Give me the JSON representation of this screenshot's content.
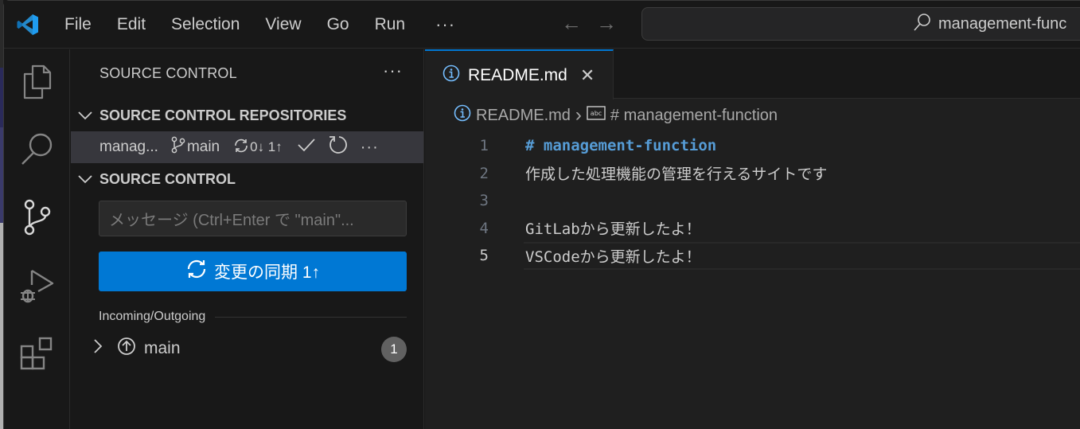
{
  "titlebar": {
    "menu": [
      "File",
      "Edit",
      "Selection",
      "View",
      "Go",
      "Run"
    ],
    "more": "···",
    "back_icon": "arrow-left-icon",
    "forward_icon": "arrow-right-icon",
    "search_text": "management-func"
  },
  "activitybar": {
    "items": [
      {
        "name": "explorer",
        "icon": "files-icon"
      },
      {
        "name": "search",
        "icon": "search-icon"
      },
      {
        "name": "source-control",
        "icon": "source-control-icon",
        "active": true
      },
      {
        "name": "run-debug",
        "icon": "debug-icon"
      },
      {
        "name": "extensions",
        "icon": "extensions-icon"
      }
    ]
  },
  "sidebar": {
    "title": "SOURCE CONTROL",
    "more": "···",
    "repositories_header": "SOURCE CONTROL REPOSITORIES",
    "repo": {
      "name": "manag...",
      "branch": "main",
      "sync_status": "0↓ 1↑"
    },
    "source_control_header": "SOURCE CONTROL",
    "commit_placeholder": "メッセージ (Ctrl+Enter で \"main\"...",
    "sync_button": "変更の同期 1↑",
    "incoming_outgoing_label": "Incoming/Outgoing",
    "outgoing_item": {
      "label": "main",
      "count": "1"
    }
  },
  "editor": {
    "tab": {
      "label": "README.md",
      "close": "✕"
    },
    "breadcrumb": {
      "file": "README.md",
      "separator": "›",
      "symbol": "# management-function"
    },
    "lines": [
      {
        "num": "1",
        "text": "# management-function",
        "type": "heading"
      },
      {
        "num": "2",
        "text": "作成した処理機能の管理を行えるサイトです",
        "type": "text"
      },
      {
        "num": "3",
        "text": "",
        "type": "text"
      },
      {
        "num": "4",
        "text": "GitLabから更新したよ！",
        "type": "text"
      },
      {
        "num": "5",
        "text": "VSCodeから更新したよ！",
        "type": "text",
        "current": true
      }
    ]
  },
  "colors": {
    "accent": "#0078d4",
    "background": "#181818",
    "editor_background": "#1f1f1f",
    "heading": "#569cd6",
    "badge": "#616161"
  }
}
